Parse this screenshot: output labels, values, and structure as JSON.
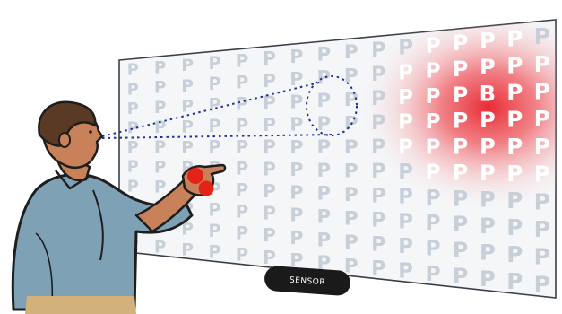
{
  "sensor": {
    "label": "SENSOR"
  },
  "grid": {
    "glyph": "P",
    "target_glyph": "B",
    "rows": 10,
    "cols": 16,
    "target": {
      "row": 2,
      "col": 13
    }
  },
  "colors": {
    "panel_fill": "#f4f6f8",
    "panel_border": "#3a3f47",
    "glyph": "#c7cfd9",
    "glyph_on_red": "#ffffff",
    "heat": "#e8202a",
    "gaze_line": "#1f2f9e",
    "finger_dot": "#e32218",
    "shirt": "#7fa1b6",
    "skin": "#c9815a",
    "hair": "#5a3a24",
    "sensor_bar": "#1a1a1a"
  },
  "icons": [
    "person-figure",
    "finger-touch-dots",
    "gaze-ellipse",
    "heatmap-glow"
  ]
}
